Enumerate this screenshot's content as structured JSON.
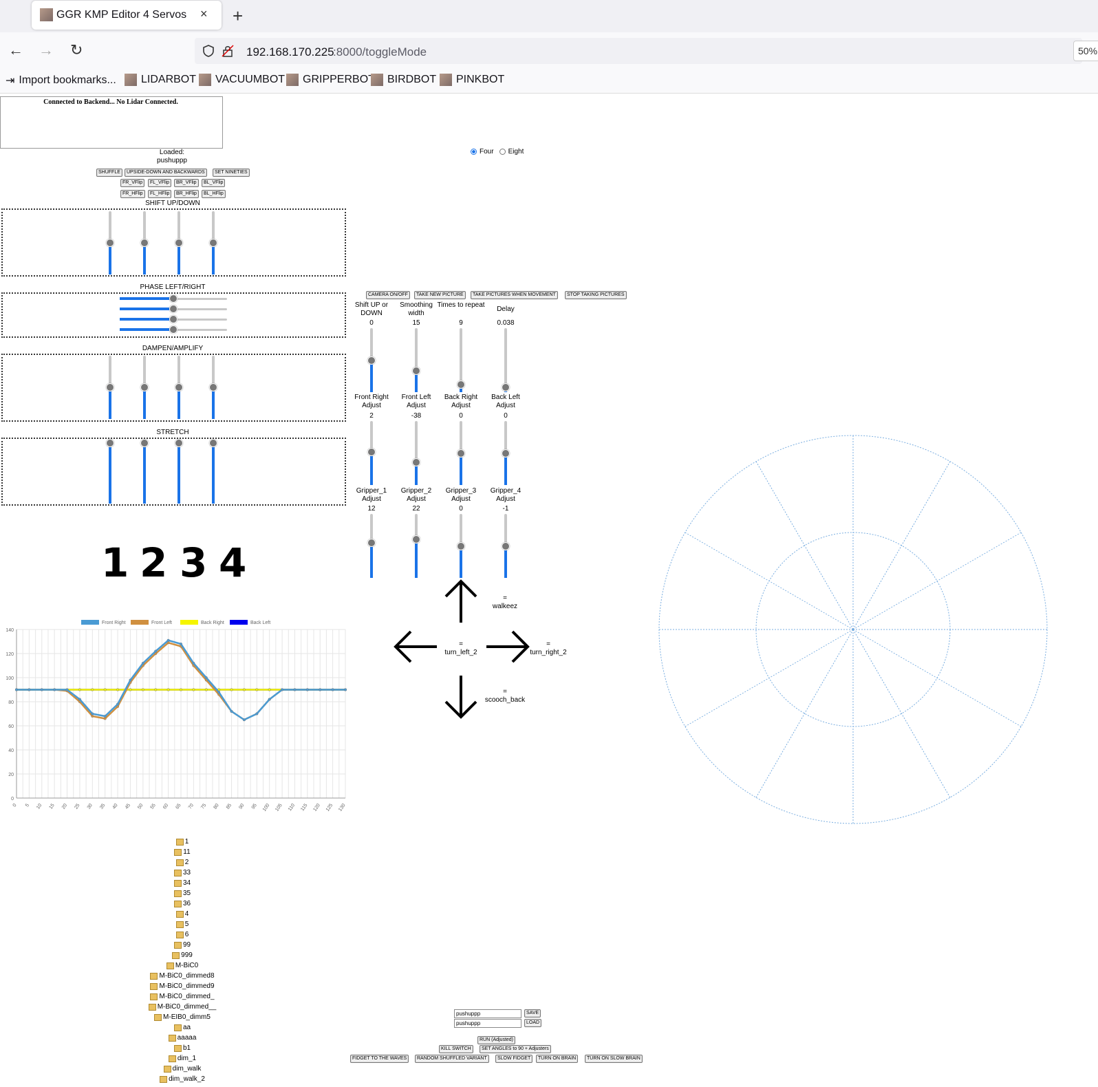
{
  "browser": {
    "tab_title": "GGR KMP Editor 4 Servos",
    "tab_close": "×",
    "new_tab": "+",
    "nav": {
      "back": "←",
      "forward": "→",
      "reload": "↻"
    },
    "url_host": "192.168.170.225",
    "url_path": ":8000/toggleMode",
    "zoom": "50%",
    "bookmarks": [
      "Import bookmarks...",
      "LIDARBOT",
      "VACUUMBOT",
      "GRIPPERBOT",
      "BIRDBOT",
      "PINKBOT"
    ]
  },
  "status": "Connected to Backend... No Lidar Connected.",
  "loaded_label": "Loaded:",
  "loaded_name": "pushuppp",
  "mode_options": {
    "four": "Four",
    "eight": "Eight",
    "selected": "Four"
  },
  "transform_buttons": {
    "row1": [
      "SHUFFLE",
      "UPSIDE-DOWN AND BACKWARDS",
      "SET NINETIES"
    ],
    "row2": [
      "FR_VFlip",
      "FL_VFlip",
      "BR_VFlip",
      "BL_VFlip"
    ],
    "row3": [
      "FR_HFlip",
      "FL_HFlip",
      "BR_HFlip",
      "BL_HFlip"
    ]
  },
  "panels": {
    "shift": "SHIFT UP/DOWN",
    "phase": "PHASE LEFT/RIGHT",
    "dampen": "DAMPEN/AMPLIFY",
    "stretch": "STRETCH"
  },
  "panel_levels": {
    "shift": [
      0.5,
      0.5,
      0.5,
      0.5
    ],
    "phase": [
      0.5,
      0.5,
      0.5,
      0.5
    ],
    "dampen": [
      0.5,
      0.5,
      0.5,
      0.5
    ],
    "stretch": [
      1.0,
      1.0,
      1.0,
      1.0
    ]
  },
  "camera_buttons": [
    "CAMERA ON/OFF",
    "TAKE NEW PICTURE",
    "TAKE PICTURES WHEN MOVEMENT",
    "STOP TAKING PICTURES"
  ],
  "sliders_row1": [
    {
      "label": "Shift UP or DOWN",
      "value": "0",
      "level": 0.5
    },
    {
      "label": "Smoothing width",
      "value": "15",
      "level": 0.33
    },
    {
      "label": "Times to repeat",
      "value": "9",
      "level": 0.12
    },
    {
      "label": "Delay",
      "value": "0.038",
      "level": 0.08
    }
  ],
  "sliders_row2": [
    {
      "label": "Front Right Adjust",
      "value": "2",
      "level": 0.52
    },
    {
      "label": "Front Left Adjust",
      "value": "-38",
      "level": 0.35
    },
    {
      "label": "Back Right Adjust",
      "value": "0",
      "level": 0.5
    },
    {
      "label": "Back Left Adjust",
      "value": "0",
      "level": 0.5
    }
  ],
  "sliders_row3": [
    {
      "label": "Gripper_1 Adjust",
      "value": "12",
      "level": 0.55
    },
    {
      "label": "Gripper_2 Adjust",
      "value": "22",
      "level": 0.6
    },
    {
      "label": "Gripper_3 Adjust",
      "value": "0",
      "level": 0.5
    },
    {
      "label": "Gripper_4 Adjust",
      "value": "-1",
      "level": 0.5
    }
  ],
  "servo_numbers": [
    "1",
    "2",
    "3",
    "4"
  ],
  "arrows": {
    "up": "=\nwalkeez",
    "left": "=\nturn_left_2",
    "right": "=\nturn_right_2",
    "down": "=\nscooch_back"
  },
  "chart_data": {
    "type": "line",
    "x": [
      0,
      5,
      10,
      15,
      20,
      25,
      30,
      35,
      40,
      45,
      50,
      55,
      60,
      65,
      70,
      75,
      80,
      85,
      90,
      95,
      100,
      105,
      110,
      115,
      120,
      125,
      130
    ],
    "ylim": [
      0,
      140
    ],
    "yticks": [
      0,
      20,
      40,
      60,
      80,
      100,
      120,
      140
    ],
    "legend_position": "top",
    "series": [
      {
        "name": "Front Right",
        "color": "#4a9bd4",
        "values": [
          90,
          90,
          90,
          90,
          90,
          82,
          70,
          68,
          78,
          98,
          112,
          122,
          131,
          128,
          112,
          100,
          88,
          72,
          65,
          70,
          82,
          90,
          90,
          90,
          90,
          90,
          90
        ]
      },
      {
        "name": "Front Left",
        "color": "#d09040",
        "values": [
          90,
          90,
          90,
          90,
          89,
          80,
          68,
          66,
          76,
          96,
          110,
          120,
          129,
          126,
          110,
          98,
          86,
          72,
          65,
          70,
          82,
          90,
          90,
          90,
          90,
          90,
          90
        ]
      },
      {
        "name": "Back Right",
        "color": "#f5f500",
        "values": [
          90,
          90,
          90,
          90,
          90,
          90,
          90,
          90,
          90,
          90,
          90,
          90,
          90,
          90,
          90,
          90,
          90,
          90,
          90,
          90,
          90,
          90,
          90,
          90,
          90,
          90,
          90
        ]
      },
      {
        "name": "Back Left",
        "color": "#0000ee",
        "values": [
          90,
          90,
          90,
          90,
          90,
          90,
          90,
          90,
          90,
          90,
          90,
          90,
          90,
          90,
          90,
          90,
          90,
          90,
          90,
          90,
          90,
          90,
          90,
          90,
          90,
          90,
          90
        ]
      }
    ]
  },
  "files": [
    "1",
    "11",
    "2",
    "33",
    "34",
    "35",
    "36",
    "4",
    "5",
    "6",
    "99",
    "999",
    "M-BiC0",
    "M-BiC0_dimmed8",
    "M-BiC0_dimmed9",
    "M-BiC0_dimmed_",
    "M-BiC0_dimmed__",
    "M-EIB0_dimm5",
    "aa",
    "aaaaa",
    "b1",
    "dim_1",
    "dim_walk",
    "dim_walk_2"
  ],
  "save_input": "pushuppp",
  "load_input": "pushuppp",
  "save_label": "SAVE",
  "load_label": "LOAD",
  "run_buttons": {
    "row1": [
      "RUN (Adjusted)"
    ],
    "row2": [
      "KILL SWITCH",
      "SET ANGLES to 90 + Adjusters"
    ],
    "row3": [
      "FIDGET TO THE WAVES",
      "RANDOM SHUFFLED VARIANT",
      "SLOW FIDGET",
      "TURN ON BRAIN",
      "TURN ON SLOW BRAIN"
    ]
  },
  "radar": {
    "color": "#7aaee0",
    "spokes": 12
  }
}
